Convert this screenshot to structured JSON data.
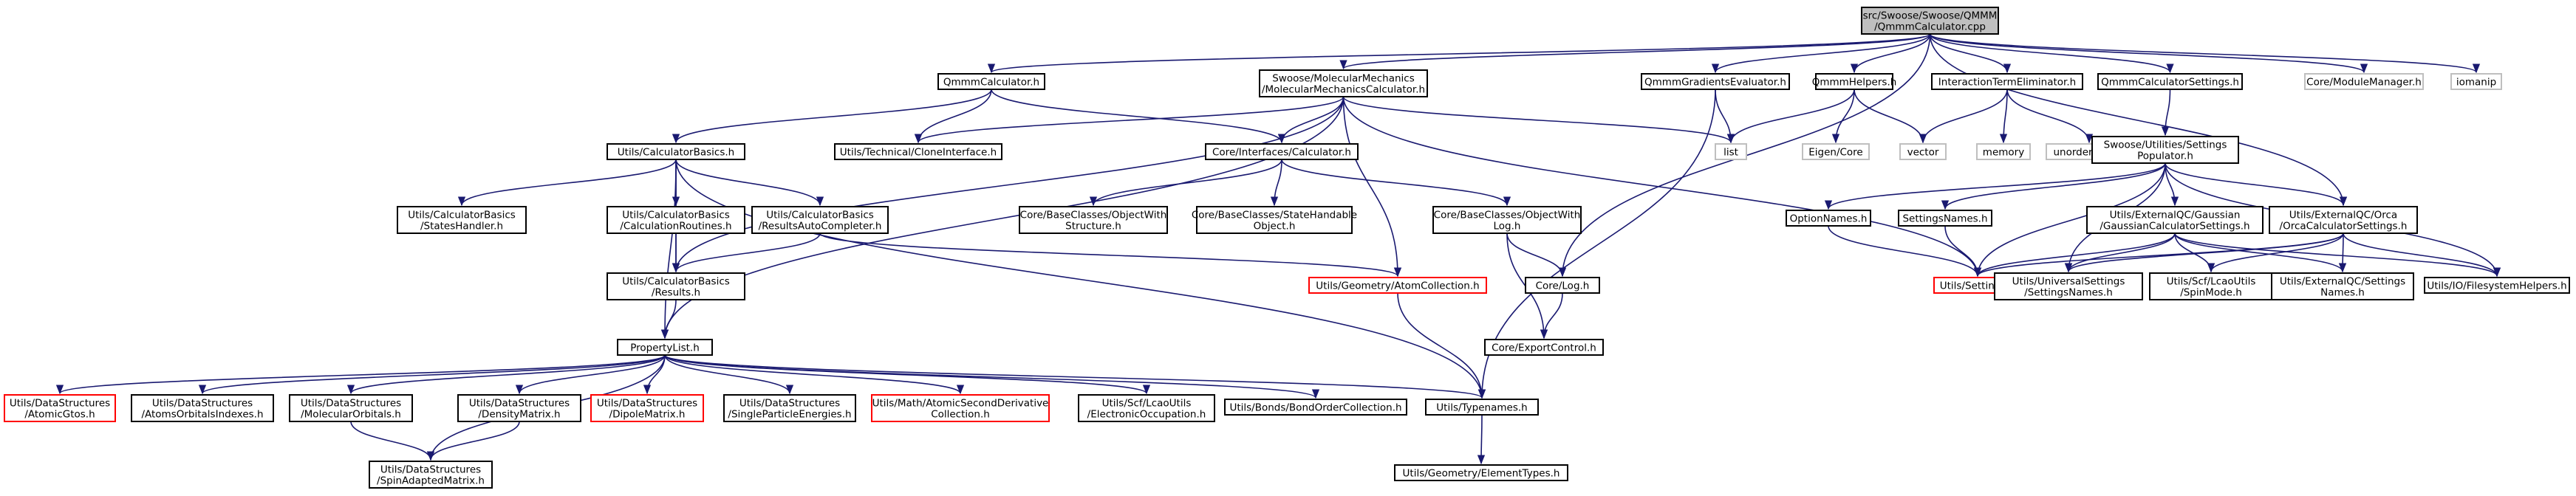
{
  "colors": {
    "edge": "#191970",
    "root_fill": "#bfbfbf",
    "missing_border": "#ff0000",
    "system_border": "#bfbfbf"
  },
  "nodes": {
    "root": [
      "src/Swoose/Swoose/QMMM",
      "/QmmmCalculator.cpp"
    ],
    "qmmm_calc_h": [
      "QmmmCalculator.h"
    ],
    "mm_calc_h": [
      "Swoose/MolecularMechanics",
      "/MolecularMechanicsCalculator.h"
    ],
    "grad_eval_h": [
      "QmmmGradientsEvaluator.h"
    ],
    "helpers_h": [
      "QmmmHelpers.h"
    ],
    "ite_h": [
      "InteractionTermEliminator.h"
    ],
    "calc_settings_h": [
      "QmmmCalculatorSettings.h"
    ],
    "module_mgr_h": [
      "Core/ModuleManager.h"
    ],
    "iomanip": [
      "iomanip"
    ],
    "calc_basics_h": [
      "Utils/CalculatorBasics.h"
    ],
    "clone_iface_h": [
      "Utils/Technical/CloneInterface.h"
    ],
    "core_calc_h": [
      "Core/Interfaces/Calculator.h"
    ],
    "list": [
      "list"
    ],
    "eigen_core": [
      "Eigen/Core"
    ],
    "vector": [
      "vector"
    ],
    "memory": [
      "memory"
    ],
    "unordered_set": [
      "unordered_set"
    ],
    "settings_pop_h": [
      "Swoose/Utilities/Settings",
      "Populator.h"
    ],
    "states_handler_h": [
      "Utils/CalculatorBasics",
      "/StatesHandler.h"
    ],
    "calc_routines_h": [
      "Utils/CalculatorBasics",
      "/CalculationRoutines.h"
    ],
    "results_auto_h": [
      "Utils/CalculatorBasics",
      "/ResultsAutoCompleter.h"
    ],
    "obj_with_structure_h": [
      "Core/BaseClasses/ObjectWith",
      "Structure.h"
    ],
    "state_handable_h": [
      "Core/BaseClasses/StateHandable",
      "Object.h"
    ],
    "obj_with_log_h": [
      "Core/BaseClasses/ObjectWith",
      "Log.h"
    ],
    "option_names_h": [
      "OptionNames.h"
    ],
    "settings_names_h": [
      "SettingsNames.h"
    ],
    "gaussian_settings_h": [
      "Utils/ExternalQC/Gaussian",
      "/GaussianCalculatorSettings.h"
    ],
    "orca_settings_h": [
      "Utils/ExternalQC/Orca",
      "/OrcaCalculatorSettings.h"
    ],
    "results_h": [
      "Utils/CalculatorBasics",
      "/Results.h"
    ],
    "atom_collection_h": [
      "Utils/Geometry/AtomCollection.h"
    ],
    "core_log_h": [
      "Core/Log.h"
    ],
    "utils_settings_h": [
      "Utils/Settings.h"
    ],
    "univ_settings_names_h": [
      "Utils/UniversalSettings",
      "/SettingsNames.h"
    ],
    "spin_mode_h": [
      "Utils/Scf/LcaoUtils",
      "/SpinMode.h"
    ],
    "extqc_settings_names_h": [
      "Utils/ExternalQC/Settings",
      "Names.h"
    ],
    "fs_helpers_h": [
      "Utils/IO/FilesystemHelpers.h"
    ],
    "export_control_h": [
      "Core/ExportControl.h"
    ],
    "property_list_h": [
      "PropertyList.h"
    ],
    "atomic_gtos_h": [
      "Utils/DataStructures",
      "/AtomicGtos.h"
    ],
    "aoi_h": [
      "Utils/DataStructures",
      "/AtomsOrbitalsIndexes.h"
    ],
    "mo_h": [
      "Utils/DataStructures",
      "/MolecularOrbitals.h"
    ],
    "density_h": [
      "Utils/DataStructures",
      "/DensityMatrix.h"
    ],
    "dipole_h": [
      "Utils/DataStructures",
      "/DipoleMatrix.h"
    ],
    "spe_h": [
      "Utils/DataStructures",
      "/SingleParticleEnergies.h"
    ],
    "asdc_h": [
      "Utils/Math/AtomicSecondDerivative",
      "Collection.h"
    ],
    "elec_occ_h": [
      "Utils/Scf/LcaoUtils",
      "/ElectronicOccupation.h"
    ],
    "bond_order_h": [
      "Utils/Bonds/BondOrderCollection.h"
    ],
    "typenames_h": [
      "Utils/Typenames.h"
    ],
    "spin_adapted_h": [
      "Utils/DataStructures",
      "/SpinAdaptedMatrix.h"
    ],
    "element_types_h": [
      "Utils/Geometry/ElementTypes.h"
    ]
  }
}
